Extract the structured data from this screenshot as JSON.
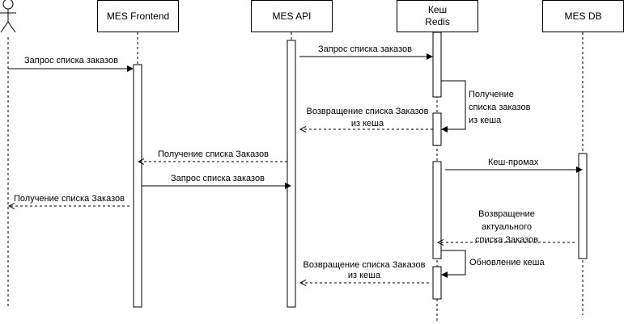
{
  "participants": {
    "frontend": "MES Frontend",
    "api": "MES API",
    "redis_line1": "Кеш",
    "redis_line2": "Redis",
    "db": "MES DB"
  },
  "messages": {
    "m1": "Запрос списка заказов",
    "m2": "Запрос списка заказов",
    "m3_line1": "Получение",
    "m3_line2": "списка заказов",
    "m3_line3": "из кеша",
    "m4_line1": "Возвращение списка Заказов",
    "m4_line2": "из кеша",
    "m5": "Получение списка Заказов",
    "m6": "Запрос списка заказов",
    "m7": "Получение списка Заказов",
    "m8": "Кеш-промах",
    "m9_line1": "Возвращение",
    "m9_line2": "актуального",
    "m9_line3": "списка Заказов",
    "m10": "Обновление кеша",
    "m11_line1": "Возвращение списка Заказов",
    "m11_line2": "из кеша"
  }
}
